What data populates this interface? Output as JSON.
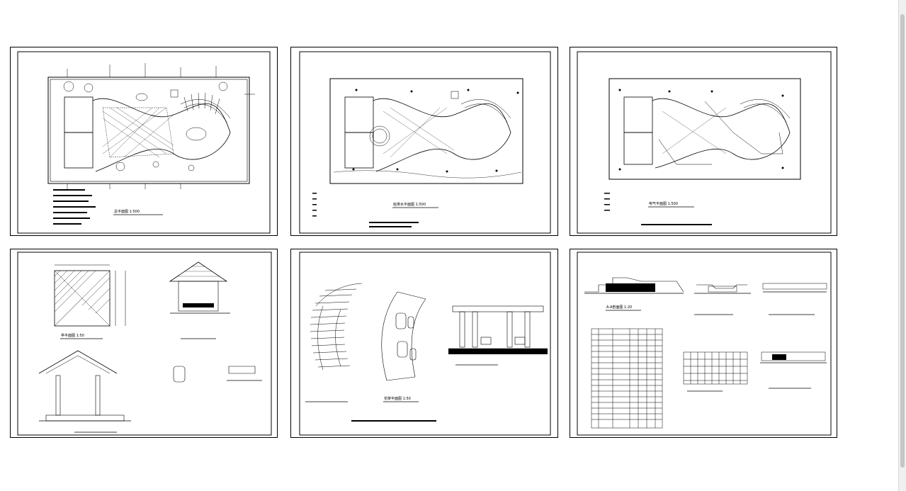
{
  "drawing_set": {
    "sheets": [
      {
        "id": "plan",
        "title": "总平面图 1:500"
      },
      {
        "id": "lighting",
        "title": "给排水平面图 1:500"
      },
      {
        "id": "electrical",
        "title": "电气平面图 1:500"
      },
      {
        "id": "pavilion",
        "title": "亭平面图 1:50"
      },
      {
        "id": "pergola",
        "title": "花架平面图 1:50"
      },
      {
        "id": "details",
        "title": "A-A剖面图 1:20"
      }
    ]
  },
  "colors": {
    "line": "#000000",
    "paper": "#ffffff",
    "scrollbar": "#f0f0f0"
  }
}
